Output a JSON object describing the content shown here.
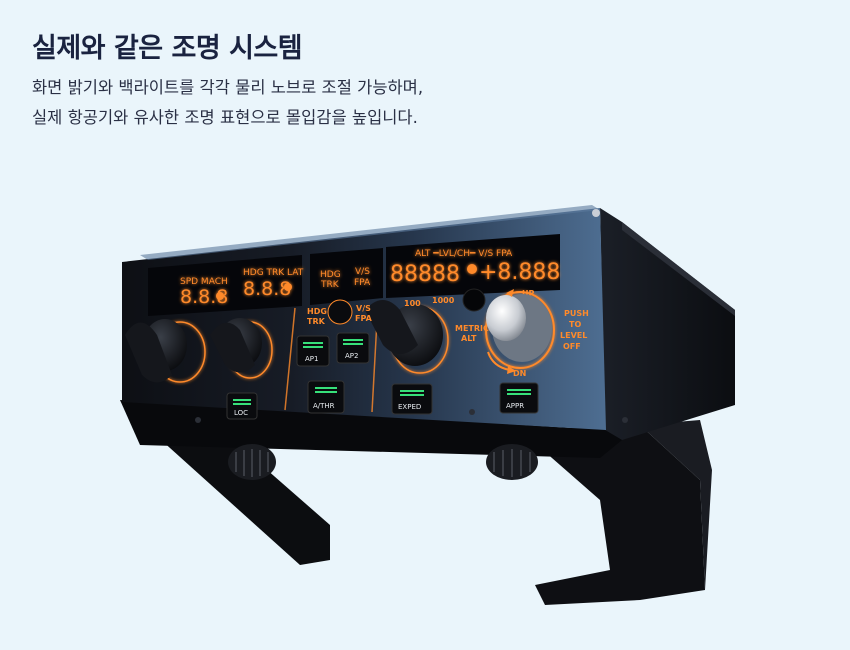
{
  "heading": "실제와 같은 조명 시스템",
  "description": [
    "화면 밝기와 백라이트를 각각 물리 노브로 조절 가능하며,",
    "실제 항공기와 유사한 조명 표현으로 몰입감을 높입니다."
  ],
  "panel": {
    "display_labels": {
      "spd_mach": "SPD MACH",
      "hdg_trk_lat": "HDG TRK LAT",
      "hdg": "HDG",
      "trk": "TRK",
      "vs": "V/S",
      "fpa": "FPA",
      "alt_bar": "ALT ━LVL/CH━ V/S FPA"
    },
    "readouts": {
      "spd": "8.8.8",
      "hdg": "8.8.8",
      "alt": "88888",
      "vs": "+8.888"
    },
    "side_labels": {
      "hdg_trk": [
        "HDG",
        "TRK"
      ],
      "vs_fpa": [
        "V/S",
        "FPA"
      ],
      "metric_alt": [
        "METRIC",
        "ALT"
      ],
      "alt_100": "100",
      "alt_1000": "1000",
      "up": "UP",
      "dn": "DN",
      "push_to_level_off": [
        "PUSH",
        "TO",
        "LEVEL",
        "OFF"
      ]
    },
    "buttons": {
      "loc": "LOC",
      "ap1": "AP1",
      "ap2": "AP2",
      "athr": "A/THR",
      "exped": "EXPED",
      "appr": "APPR"
    },
    "colors": {
      "amber": "#ff8a2a",
      "green_led": "#37e07a",
      "panel_blue": "#4a6a8e"
    }
  }
}
